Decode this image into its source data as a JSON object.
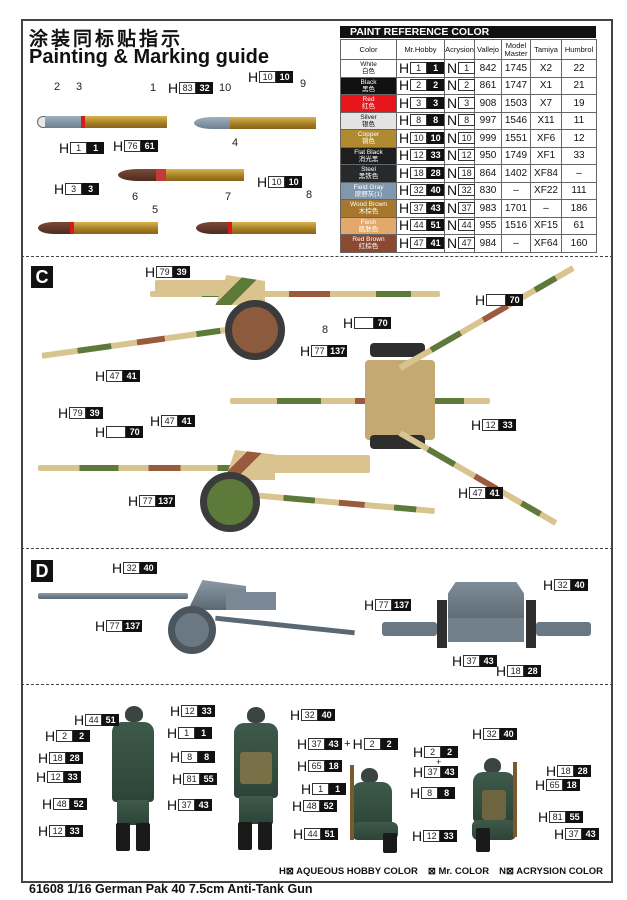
{
  "header": {
    "title_cn": "涂装同标贴指示",
    "title_en": "Painting & Marking guide"
  },
  "paint_table": {
    "title": "PAINT  REFERENCE COLOR",
    "columns": [
      "Color",
      "Mr.Hobby",
      "Acrysion",
      "Vallejo",
      "Model Master",
      "Tamiya",
      "Humbrol"
    ],
    "rows": [
      {
        "color_en": "White",
        "color_cn": "白色",
        "swatch": "#ffffff",
        "text": "#111111",
        "h": "1",
        "mr": "1",
        "n": "1",
        "vallejo": "842",
        "model_master": "1745",
        "tamiya": "X2",
        "humbrol": "22"
      },
      {
        "color_en": "Black",
        "color_cn": "黑色",
        "swatch": "#111111",
        "text": "#ffffff",
        "h": "2",
        "mr": "2",
        "n": "2",
        "vallejo": "861",
        "model_master": "1747",
        "tamiya": "X1",
        "humbrol": "21"
      },
      {
        "color_en": "Red",
        "color_cn": "红色",
        "swatch": "#e8151b",
        "text": "#ffffff",
        "h": "3",
        "mr": "3",
        "n": "3",
        "vallejo": "908",
        "model_master": "1503",
        "tamiya": "X7",
        "humbrol": "19"
      },
      {
        "color_en": "Silver",
        "color_cn": "银色",
        "swatch": "#e3e3e3",
        "text": "#111111",
        "h": "8",
        "mr": "8",
        "n": "8",
        "vallejo": "997",
        "model_master": "1546",
        "tamiya": "X11",
        "humbrol": "11"
      },
      {
        "color_en": "Copper",
        "color_cn": "铜色",
        "swatch": "#b08a2e",
        "text": "#ffffff",
        "h": "10",
        "mr": "10",
        "n": "10",
        "vallejo": "999",
        "model_master": "1551",
        "tamiya": "XF6",
        "humbrol": "12"
      },
      {
        "color_en": "Flat Black",
        "color_cn": "消光黑",
        "swatch": "#1e1e1e",
        "text": "#ffffff",
        "h": "12",
        "mr": "33",
        "n": "12",
        "vallejo": "950",
        "model_master": "1749",
        "tamiya": "XF1",
        "humbrol": "33"
      },
      {
        "color_en": "Steel",
        "color_cn": "黑铁色",
        "swatch": "#262a2c",
        "text": "#ffffff",
        "h": "18",
        "mr": "28",
        "n": "18",
        "vallejo": "864",
        "model_master": "1402",
        "tamiya": "XF84",
        "humbrol": "–"
      },
      {
        "color_en": "Field Gray",
        "color_cn": "原野灰(1)",
        "swatch": "#7f98ad",
        "text": "#ffffff",
        "h": "32",
        "mr": "40",
        "n": "32",
        "vallejo": "830",
        "model_master": "–",
        "tamiya": "XF22",
        "humbrol": "111"
      },
      {
        "color_en": "Wood Brown",
        "color_cn": "木棕色",
        "swatch": "#a5782e",
        "text": "#ffffff",
        "h": "37",
        "mr": "43",
        "n": "37",
        "vallejo": "983",
        "model_master": "1701",
        "tamiya": "–",
        "humbrol": "186"
      },
      {
        "color_en": "Flesh",
        "color_cn": "肌肤色",
        "swatch": "#e3a96c",
        "text": "#ffffff",
        "h": "44",
        "mr": "51",
        "n": "44",
        "vallejo": "955",
        "model_master": "1516",
        "tamiya": "XF15",
        "humbrol": "61"
      },
      {
        "color_en": "Red Brown",
        "color_cn": "红棕色",
        "swatch": "#8b4a30",
        "text": "#ffffff",
        "h": "47",
        "mr": "41",
        "n": "47",
        "vallejo": "984",
        "model_master": "–",
        "tamiya": "XF64",
        "humbrol": "160"
      }
    ]
  },
  "shells": {
    "numbers": [
      "1",
      "2",
      "3",
      "4",
      "5",
      "6",
      "7",
      "8",
      "9",
      "10"
    ],
    "chips": [
      {
        "h": "1",
        "mr": "1"
      },
      {
        "h": "83",
        "mr": "32"
      },
      {
        "h": "10",
        "mr": "10"
      },
      {
        "h": "76",
        "mr": "61"
      },
      {
        "h": "3",
        "mr": "3"
      },
      {
        "h": "10",
        "mr": "10"
      }
    ]
  },
  "section_c": {
    "badge": "C",
    "number_8": "8",
    "chips": [
      {
        "h": "79",
        "mr": "39"
      },
      {
        "h": "",
        "mr": "70"
      },
      {
        "h": "47",
        "mr": "41"
      },
      {
        "h": "77",
        "mr": "137"
      },
      {
        "h": "",
        "mr": "70"
      },
      {
        "h": "12",
        "mr": "33"
      },
      {
        "h": "47",
        "mr": "41"
      },
      {
        "h": "79",
        "mr": "39"
      },
      {
        "h": "",
        "mr": "70"
      },
      {
        "h": "47",
        "mr": "41"
      },
      {
        "h": "77",
        "mr": "137"
      }
    ]
  },
  "section_d": {
    "badge": "D",
    "chips": [
      {
        "h": "32",
        "mr": "40"
      },
      {
        "h": "77",
        "mr": "137"
      },
      {
        "h": "32",
        "mr": "40"
      },
      {
        "h": "77",
        "mr": "137"
      },
      {
        "h": "37",
        "mr": "43"
      },
      {
        "h": "18",
        "mr": "28"
      }
    ]
  },
  "figures": {
    "fig1": [
      {
        "h": "44",
        "mr": "51"
      },
      {
        "h": "2",
        "mr": "2"
      },
      {
        "h": "18",
        "mr": "28"
      },
      {
        "h": "12",
        "mr": "33"
      },
      {
        "h": "48",
        "mr": "52"
      },
      {
        "h": "12",
        "mr": "33"
      },
      {
        "h": "12",
        "mr": "33"
      },
      {
        "h": "1",
        "mr": "1"
      },
      {
        "h": "8",
        "mr": "8"
      },
      {
        "h": "81",
        "mr": "55"
      },
      {
        "h": "37",
        "mr": "43"
      }
    ],
    "fig2": [
      {
        "h": "32",
        "mr": "40"
      },
      {
        "h": "37",
        "mr": "43",
        "plus_h": "2",
        "plus_mr": "2"
      },
      {
        "h": "65",
        "mr": "18"
      }
    ],
    "fig3": [
      {
        "h": "1",
        "mr": "1"
      },
      {
        "h": "48",
        "mr": "52"
      },
      {
        "h": "44",
        "mr": "51"
      },
      {
        "h": "2",
        "mr": "2"
      },
      {
        "h": "37",
        "mr": "43"
      },
      {
        "h": "8",
        "mr": "8"
      },
      {
        "h": "12",
        "mr": "33"
      }
    ],
    "fig4": [
      {
        "h": "32",
        "mr": "40"
      },
      {
        "h": "18",
        "mr": "28"
      },
      {
        "h": "65",
        "mr": "18"
      },
      {
        "h": "81",
        "mr": "55"
      },
      {
        "h": "37",
        "mr": "43"
      }
    ],
    "plus": "+"
  },
  "legend": {
    "aqueous": "H⊠ AQUEOUS HOBBY COLOR",
    "mrcolor": "⊠ Mr. COLOR",
    "acrysion": "N⊠ ACRYSION COLOR"
  },
  "footer": {
    "title": "61608 1/16  German Pak 40 7.5cm Anti-Tank Gun"
  }
}
